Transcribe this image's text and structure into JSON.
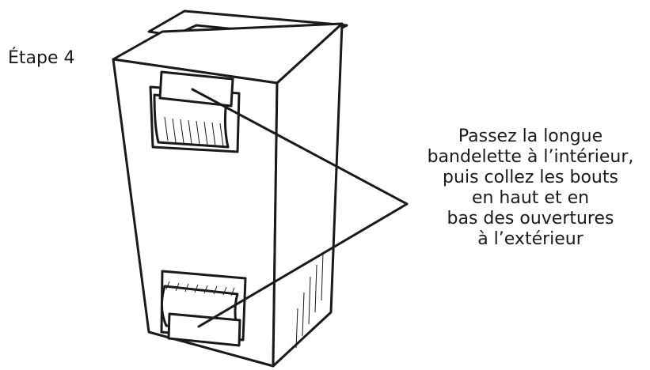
{
  "step": {
    "label": "Étape 4"
  },
  "callout": {
    "lines": [
      "Passez la longue",
      "bandelette à l’intérieur,",
      "puis collez les bouts",
      "en haut et en",
      "bas des ouvertures",
      "à l’extérieur"
    ]
  },
  "colors": {
    "stroke": "#1a1a1a",
    "paper": "#ffffff"
  },
  "icons": {
    "box": "box-illustration"
  }
}
